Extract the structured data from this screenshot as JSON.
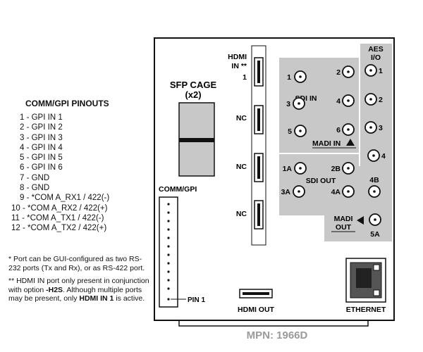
{
  "pinouts": {
    "title": "COMM/GPI PINOUTS",
    "pins": [
      "1 - GPI IN 1",
      "2 - GPI IN 2",
      "3 - GPI IN 3",
      "4 - GPI IN 4",
      "5 - GPI IN 5",
      "6 - GPI IN 6",
      "7 - GND",
      "8 - GND",
      "9 - *COM A_RX1 / 422(-)",
      "10 - *COM A_RX2 / 422(+)",
      "11 - *COM A_TX1 / 422(-)",
      "12 - *COM A_TX2 / 422(+)"
    ]
  },
  "notes": {
    "note1": "* Port can be GUI-configured as two RS-232 ports (Tx and Rx), or as RS-422 port.",
    "note2_prefix": "** HDMI IN port only present in conjunction with option ",
    "note2_option": "-H2S",
    "note2_mid": ". Although multiple ports may be present, only ",
    "note2_bold": "HDMI IN 1",
    "note2_suffix": " is active."
  },
  "panel": {
    "sfp_title": "SFP CAGE",
    "sfp_sub": "(x2)",
    "comm_gpi_label": "COMM/GPI",
    "pin1_label": "PIN 1",
    "hdmi_in_line1": "HDMI",
    "hdmi_in_line2": "IN **",
    "hdmi_in_line3": "1",
    "nc_labels": [
      "NC",
      "NC",
      "NC"
    ],
    "sdi_in_label": "SDI IN",
    "sdi_in_ports": [
      "1",
      "2",
      "3",
      "4",
      "5",
      "6"
    ],
    "madi_in_label": "MADI IN",
    "aes_line1": "AES",
    "aes_line2": "I/O",
    "aes_ports": [
      "1",
      "2",
      "3",
      "4"
    ],
    "sdi_out_label": "SDI OUT",
    "sdi_out_ports": [
      "1A",
      "2B",
      "3A",
      "4A",
      "4B"
    ],
    "madi_out_line1": "MADI",
    "madi_out_line2": "OUT",
    "madi_out_port": "5A",
    "hdmi_out_label": "HDMI OUT",
    "ethernet_label": "ETHERNET"
  },
  "mpn": "MPN: 1966D"
}
